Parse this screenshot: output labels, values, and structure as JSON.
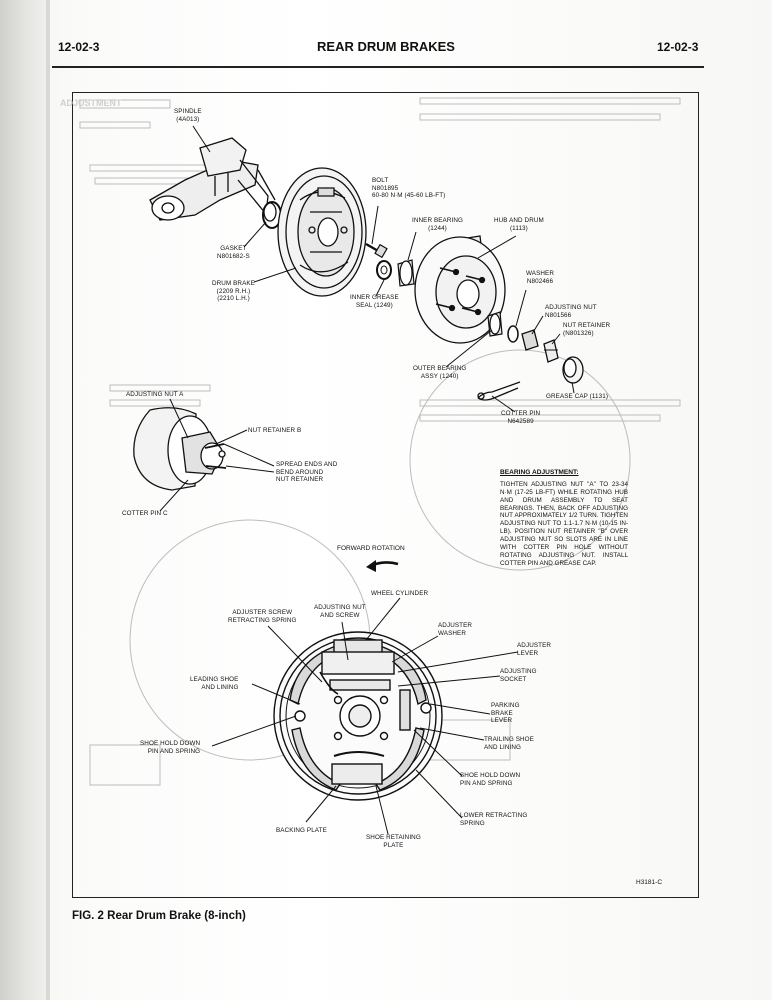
{
  "header": {
    "page_number_left": "12-02-3",
    "page_number_right": "12-02-3",
    "title": "REAR DRUM BRAKES"
  },
  "figure": {
    "caption": "FIG. 2 Rear Drum Brake (8-inch)",
    "code": "H3181-C",
    "forward_rotation": "FORWARD ROTATION",
    "upper_labels": {
      "spindle": "SPINDLE\n(4A013)",
      "bolt": "BOLT\nN801895\n60-80 N·m (45-60 LB-FT)",
      "inner_bearing": "INNER BEARING\n(1244)",
      "hub_and_drum": "HUB AND DRUM\n(1113)",
      "gasket": "GASKET\nN801682-S",
      "drum_brake": "DRUM BRAKE\n(2209 R.H.)\n(2210 L.H.)",
      "inner_grease_seal": "INNER GREASE\nSEAL (1249)",
      "washer": "WASHER\nN802466",
      "adjusting_nut": "ADJUSTING NUT\nN801566",
      "nut_retainer": "NUT RETAINER\n(N801326)",
      "outer_bearing": "OUTER BEARING\nASSY (1240)",
      "grease_cap": "GREASE CAP (1131)",
      "cotter_pin": "COTTER PIN\nN642589"
    },
    "detail_labels": {
      "adjusting_nut_a": "ADJUSTING NUT A",
      "nut_retainer_b": "NUT RETAINER B",
      "spread_ends": "SPREAD ENDS AND\nBEND AROUND\nNUT RETAINER",
      "cotter_pin_c": "COTTER PIN C"
    },
    "bearing_adjustment": {
      "title": "BEARING ADJUSTMENT:",
      "body": "TIGHTEN ADJUSTING NUT \"A\" TO 23-34 N·m (17-25 LB-FT) WHILE ROTATING HUB AND DRUM ASSEMBLY TO SEAT BEARINGS. THEN, BACK OFF ADJUSTING NUT APPROXIMATELY 1/2 TURN. TIGHTEN ADJUSTING NUT TO 1.1-1.7 N·m (10-15 IN-LB). POSITION NUT RETAINER \"B\" OVER ADJUSTING NUT SO SLOTS ARE IN LINE WITH COTTER PIN HOLE WITHOUT ROTATING ADJUSTING NUT. INSTALL COTTER PIN AND GREASE CAP."
    },
    "lower_labels": {
      "wheel_cylinder": "WHEEL CYLINDER",
      "adjusting_nut_screw": "ADJUSTING NUT\nAND SCREW",
      "adjuster_screw_spring": "ADJUSTER SCREW\nRETRACTING SPRING",
      "adjuster_washer": "ADJUSTER\nWASHER",
      "adjuster_lever": "ADJUSTER\nLEVER",
      "adjusting_socket": "ADJUSTING\nSOCKET",
      "leading_shoe": "LEADING SHOE\nAND LINING",
      "shoe_hold_down_left": "SHOE HOLD DOWN\nPIN AND SPRING",
      "parking_brake_lever": "PARKING\nBRAKE\nLEVER",
      "trailing_shoe": "TRAILING SHOE\nAND LINING",
      "shoe_hold_down_right": "SHOE HOLD DOWN\nPIN AND SPRING",
      "lower_retracting_spring": "LOWER RETRACTING\nSPRING",
      "backing_plate": "BACKING PLATE",
      "shoe_retaining_plate": "SHOE RETAINING\nPLATE"
    }
  },
  "colors": {
    "ink": "#111111",
    "page": "#ffffff",
    "bleed": "#cfcfcc",
    "binding": "#d8d8d4"
  }
}
